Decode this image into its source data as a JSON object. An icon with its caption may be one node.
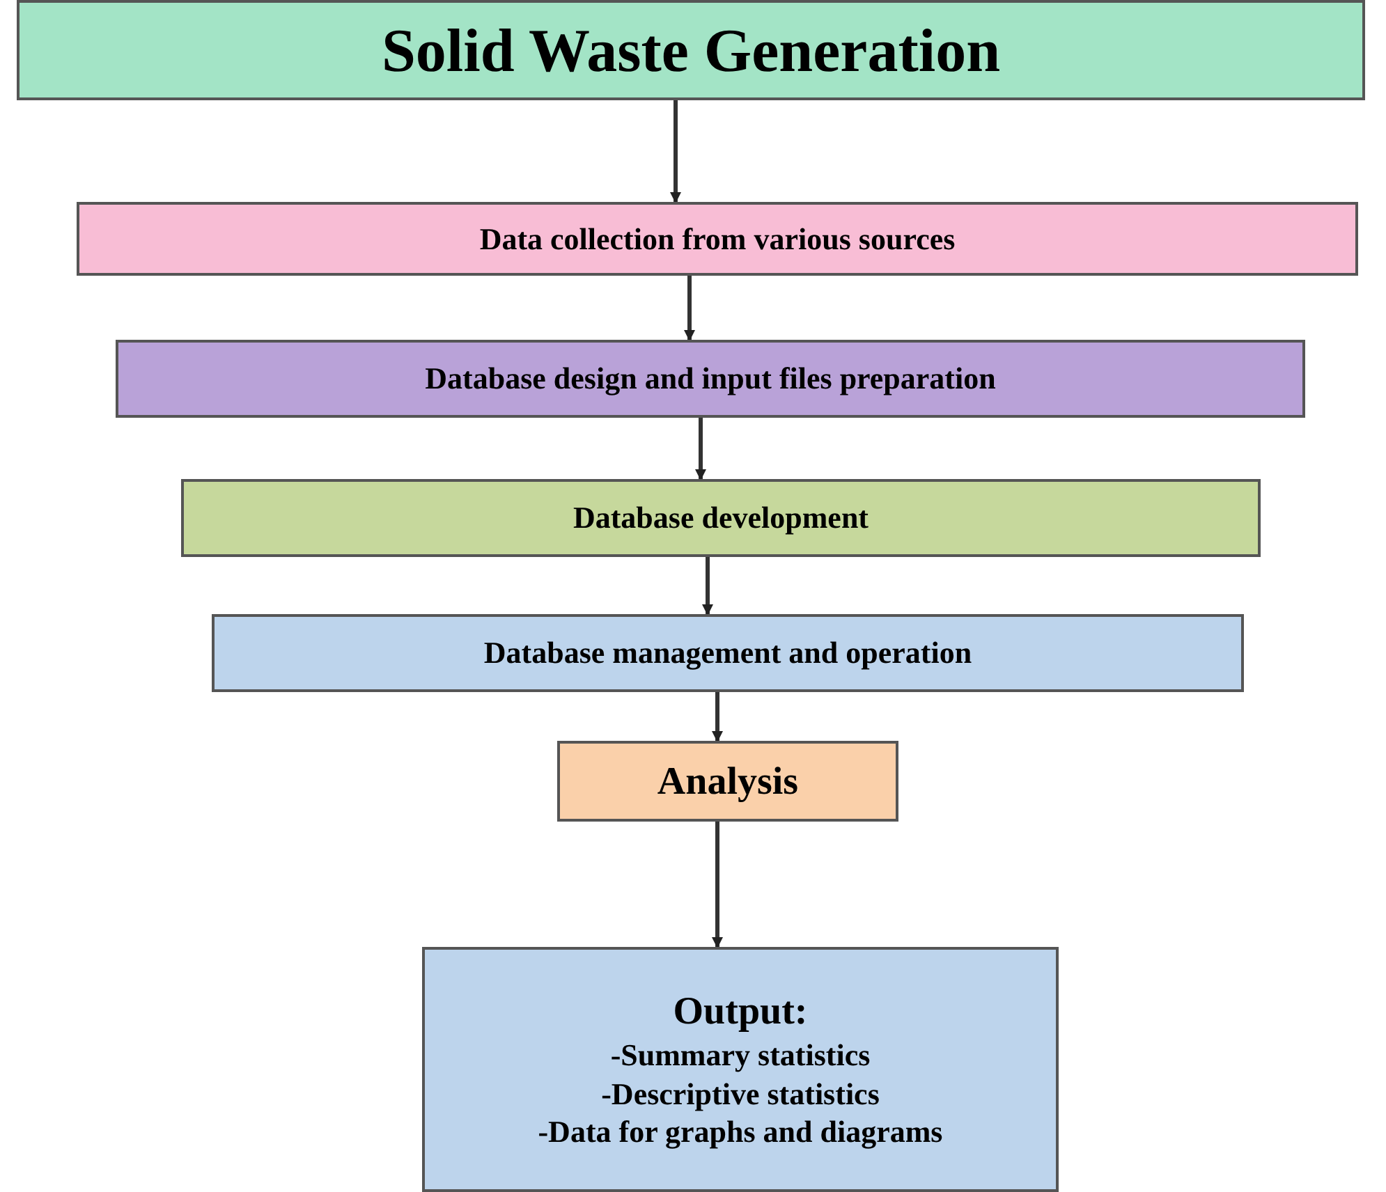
{
  "diagram": {
    "nodes": [
      {
        "text": [
          "Solid Waste Generation"
        ]
      },
      {
        "text": [
          "Data collection from various sources"
        ]
      },
      {
        "text": [
          "Database design and input files preparation"
        ]
      },
      {
        "text": [
          "Database development"
        ]
      },
      {
        "text": [
          "Database management and operation"
        ]
      },
      {
        "text": [
          "Analysis"
        ]
      },
      {
        "text": [
          "Output:",
          "-Summary statistics",
          "-Descriptive statistics",
          "-Data for graphs and diagrams"
        ]
      }
    ],
    "edges": [
      {
        "from": 0,
        "to": 1,
        "arrow": "to"
      },
      {
        "from": 1,
        "to": 2,
        "arrow": "to"
      },
      {
        "from": 2,
        "to": 3,
        "arrow": "to"
      },
      {
        "from": 3,
        "to": 4,
        "arrow": "to"
      },
      {
        "from": 4,
        "to": 5,
        "arrow": "to"
      },
      {
        "from": 5,
        "to": 6,
        "arrow": "to"
      }
    ]
  }
}
